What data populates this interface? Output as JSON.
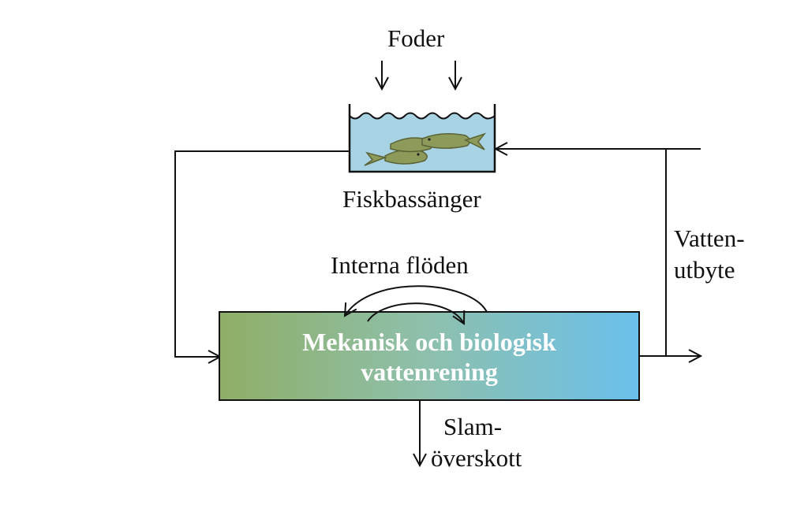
{
  "labels": {
    "feed": "Foder",
    "fish_tanks": "Fiskbassänger",
    "internal_flows": "Interna flöden",
    "water_exchange_1": "Vatten-",
    "water_exchange_2": "utbyte",
    "treatment_1": "Mekanisk och biologisk",
    "treatment_2": "vattenrening",
    "sludge_1": "Slam-",
    "sludge_2": "överskott"
  },
  "colors": {
    "tank_water": "#a9d4e6",
    "fish_body": "#8c9a5a",
    "box_left": "#8faf68",
    "box_mid": "#8fbfb0",
    "box_right": "#6cc0ea",
    "line": "#111111"
  }
}
